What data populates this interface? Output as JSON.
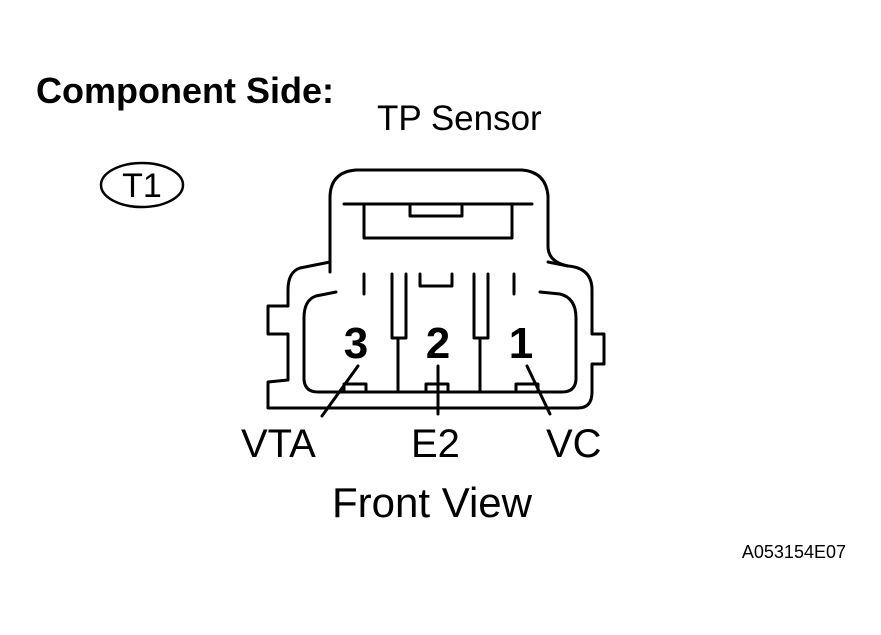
{
  "heading": "Component Side:",
  "sensor_name": "TP Sensor",
  "connector_code": "T1",
  "pins": [
    {
      "number": "3",
      "signal": "VTA"
    },
    {
      "number": "2",
      "signal": "E2"
    },
    {
      "number": "1",
      "signal": "VC"
    }
  ],
  "view_label": "Front View",
  "figure_id": "A053154E07"
}
